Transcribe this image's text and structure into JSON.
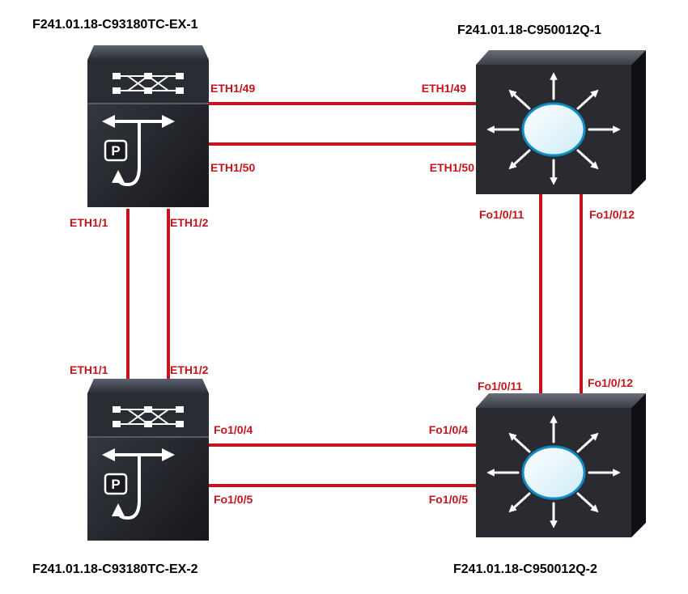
{
  "colors": {
    "link": "#c4151c",
    "port_label": "#c4151c",
    "title": "#000000",
    "device_body": "#1e1e26",
    "device_face": "#2a2a32",
    "icon": "#ffffff",
    "hub_fill": "#e8f6fc",
    "hub_stroke": "#0f8ec6"
  },
  "devices": {
    "nexus1": {
      "title": "F241.01.18-C93180TC-EX-1",
      "icon": "nexus-switch-icon"
    },
    "nexus2": {
      "title": "F241.01.18-C93180TC-EX-2",
      "icon": "nexus-switch-icon"
    },
    "cat1": {
      "title": "F241.01.18-C950012Q-1",
      "icon": "layer3-switch-icon"
    },
    "cat2": {
      "title": "F241.01.18-C950012Q-2",
      "icon": "layer3-switch-icon"
    }
  },
  "links": [
    {
      "from_device": "nexus1",
      "from_port": "ETH1/49",
      "to_device": "cat1",
      "to_port": "ETH1/49"
    },
    {
      "from_device": "nexus1",
      "from_port": "ETH1/50",
      "to_device": "cat1",
      "to_port": "ETH1/50"
    },
    {
      "from_device": "nexus1",
      "from_port": "ETH1/1",
      "to_device": "nexus2",
      "to_port": "ETH1/1"
    },
    {
      "from_device": "nexus1",
      "from_port": "ETH1/2",
      "to_device": "nexus2",
      "to_port": "ETH1/2"
    },
    {
      "from_device": "cat1",
      "from_port": "Fo1/0/11",
      "to_device": "cat2",
      "to_port": "Fo1/0/11"
    },
    {
      "from_device": "cat1",
      "from_port": "Fo1/0/12",
      "to_device": "cat2",
      "to_port": "Fo1/0/12"
    },
    {
      "from_device": "nexus2",
      "from_port": "Fo1/0/4",
      "to_device": "cat2",
      "to_port": "Fo1/0/4"
    },
    {
      "from_device": "nexus2",
      "from_port": "Fo1/0/5",
      "to_device": "cat2",
      "to_port": "Fo1/0/5"
    }
  ]
}
